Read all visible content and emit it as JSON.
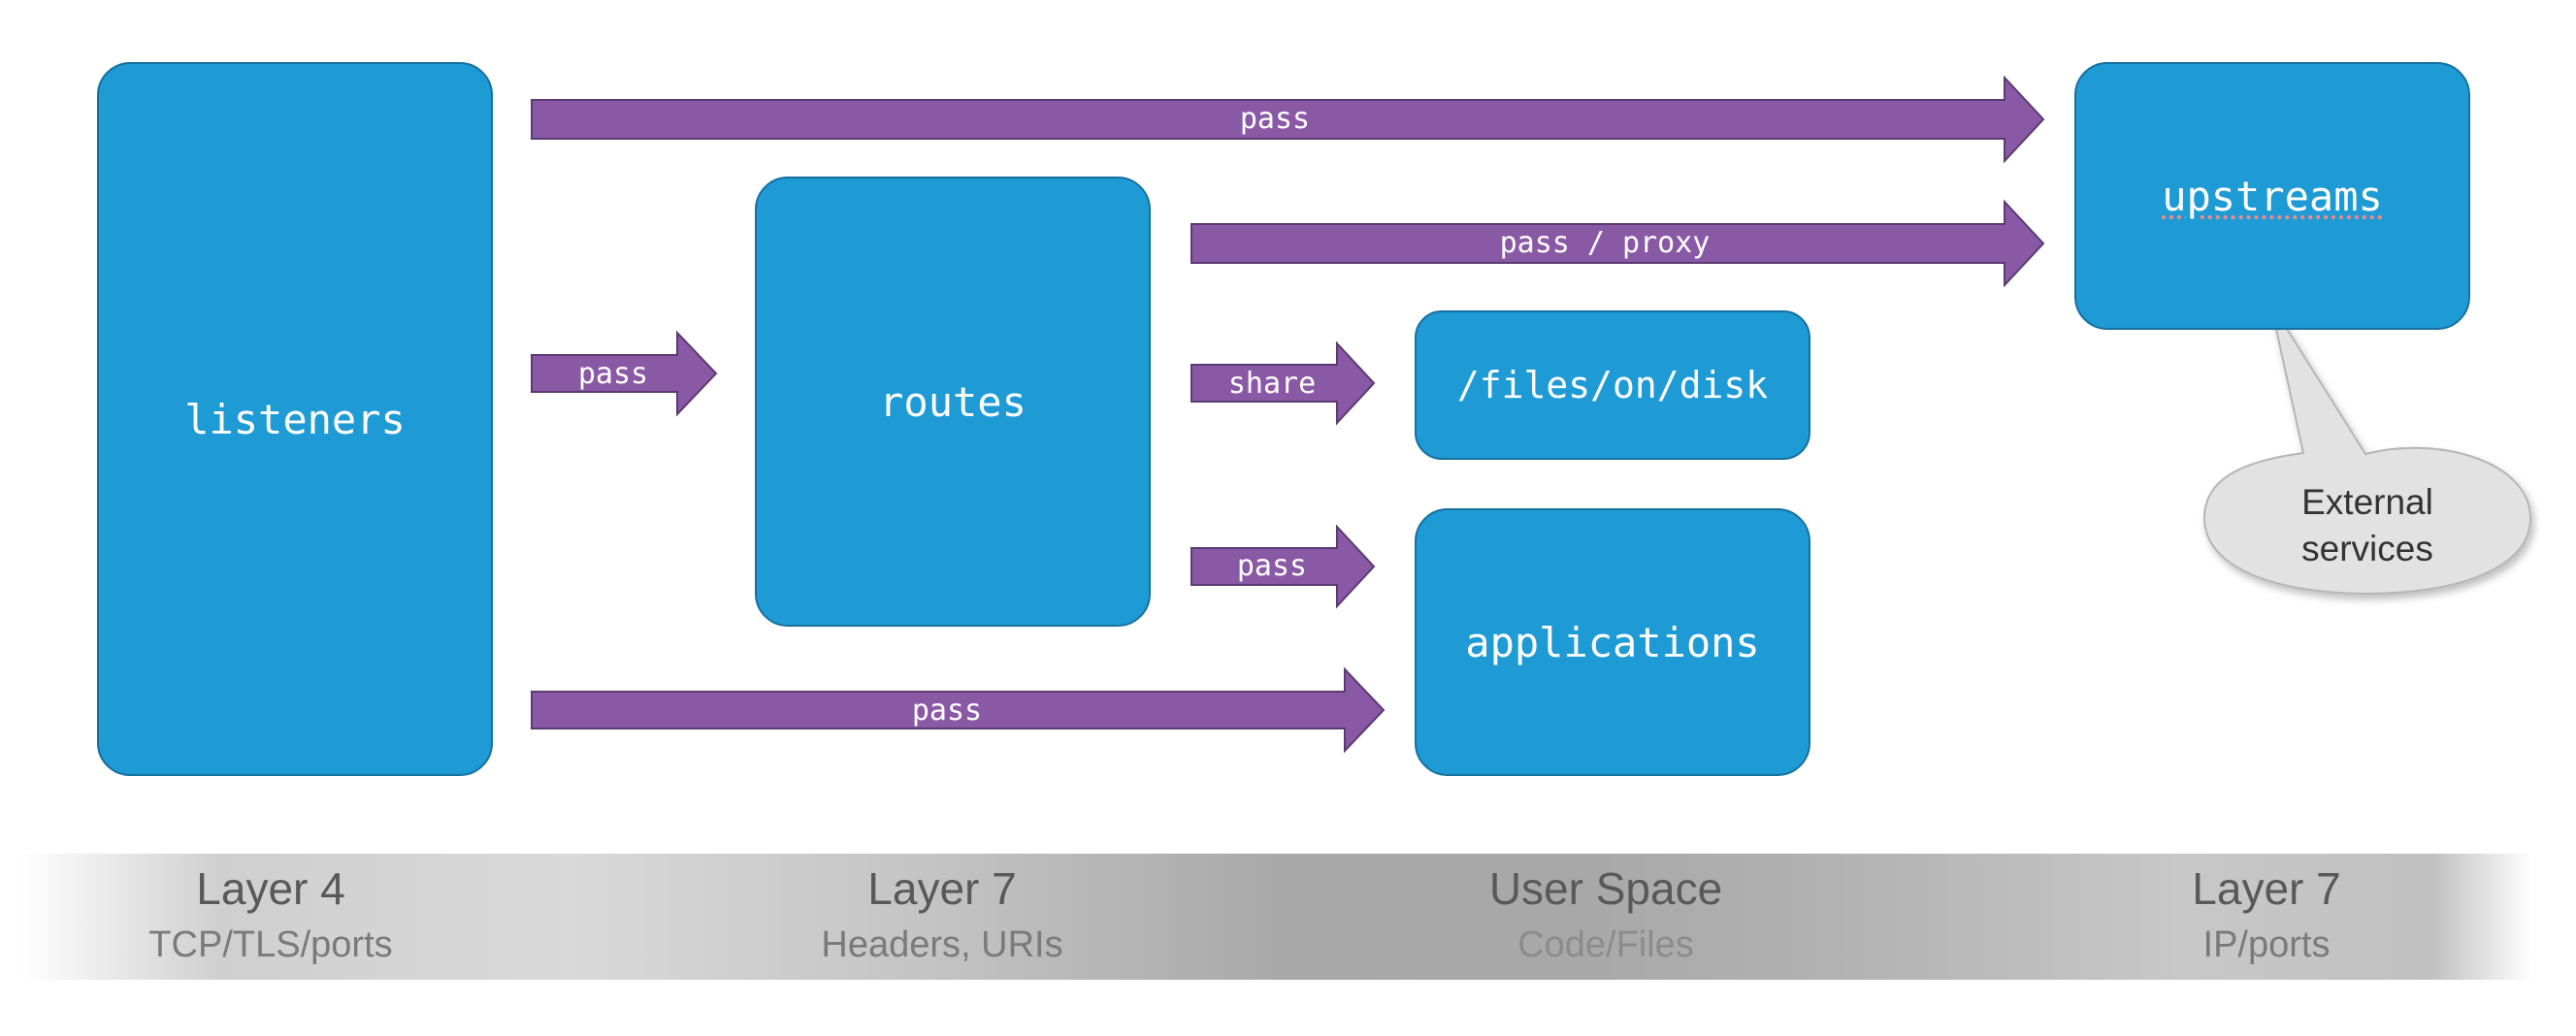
{
  "boxes": {
    "listeners": "listeners",
    "routes": "routes",
    "files": "/files/on/disk",
    "applications": "applications",
    "upstreams": "upstreams"
  },
  "arrows": {
    "listeners_to_upstreams": "pass",
    "routes_to_upstreams": "pass / proxy",
    "listeners_to_routes": "pass",
    "routes_to_files": "share",
    "routes_to_applications": "pass",
    "listeners_to_applications": "pass"
  },
  "callout": {
    "line1": "External",
    "line2": "services"
  },
  "layers": [
    {
      "title": "Layer 4",
      "subtitle": "TCP/TLS/ports"
    },
    {
      "title": "Layer 7",
      "subtitle": "Headers, URIs"
    },
    {
      "title": "User Space",
      "subtitle": "Code/Files"
    },
    {
      "title": "Layer 7",
      "subtitle": "IP/ports"
    }
  ],
  "colors": {
    "box_fill": "#1e9bd5",
    "box_border": "#15709e",
    "arrow_fill": "#8a59a6",
    "arrow_border": "#5b3a72",
    "callout_fill": "#e2e2e2"
  }
}
